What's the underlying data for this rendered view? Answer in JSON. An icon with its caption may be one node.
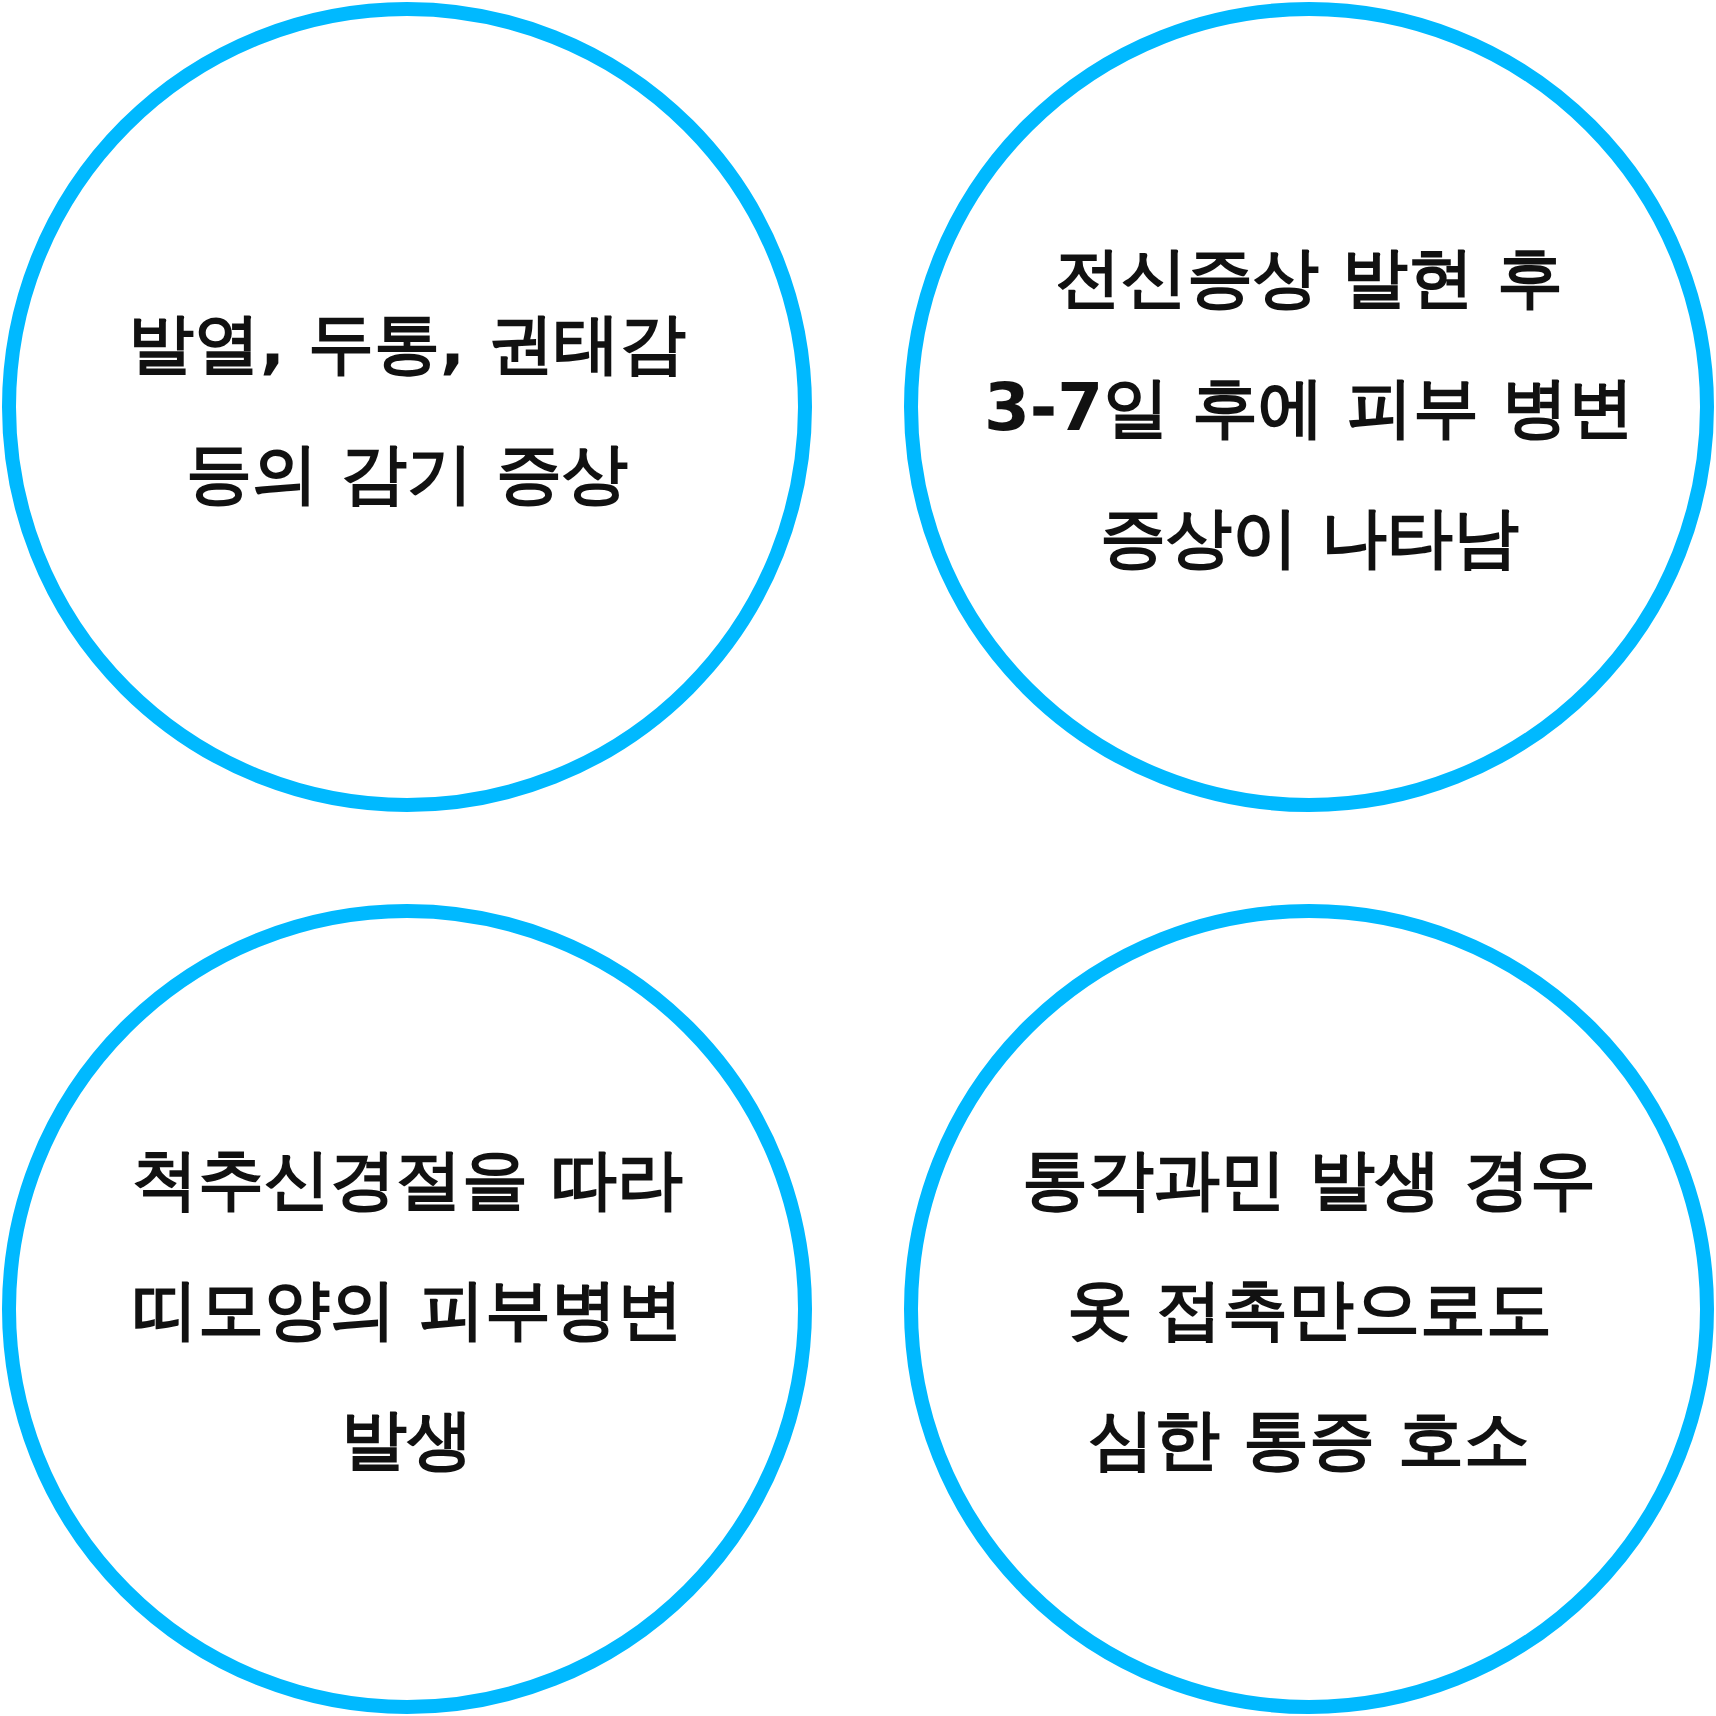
{
  "diagram": {
    "nodes": [
      {
        "text": [
          "발열, 두통, 권태감 등의 감기 증상"
        ]
      },
      {
        "text": [
          "전신증상 발현 후 3-7일 후에 피부 병변 증상이 나타남"
        ]
      },
      {
        "text": [
          "척추신경절을 따라 띠모양의 피부병변 발생"
        ]
      },
      {
        "text": [
          "통각과민 발생 경우 옷 접촉만으로도 심한 통증 호소"
        ]
      }
    ]
  }
}
